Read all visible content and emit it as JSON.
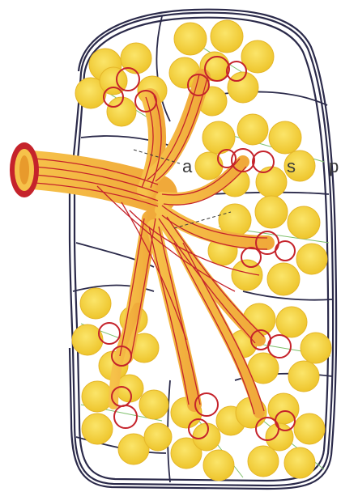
{
  "labels": {
    "a": "a",
    "s": "s",
    "p": "p"
  },
  "colors": {
    "outline": "#2b2a4a",
    "duct": "#c5232b",
    "duct_fill": "#f2b43c",
    "alveolus": "#f2d23a",
    "alveolus_edge": "#e5b62a",
    "septa": "#7dbf6a"
  }
}
